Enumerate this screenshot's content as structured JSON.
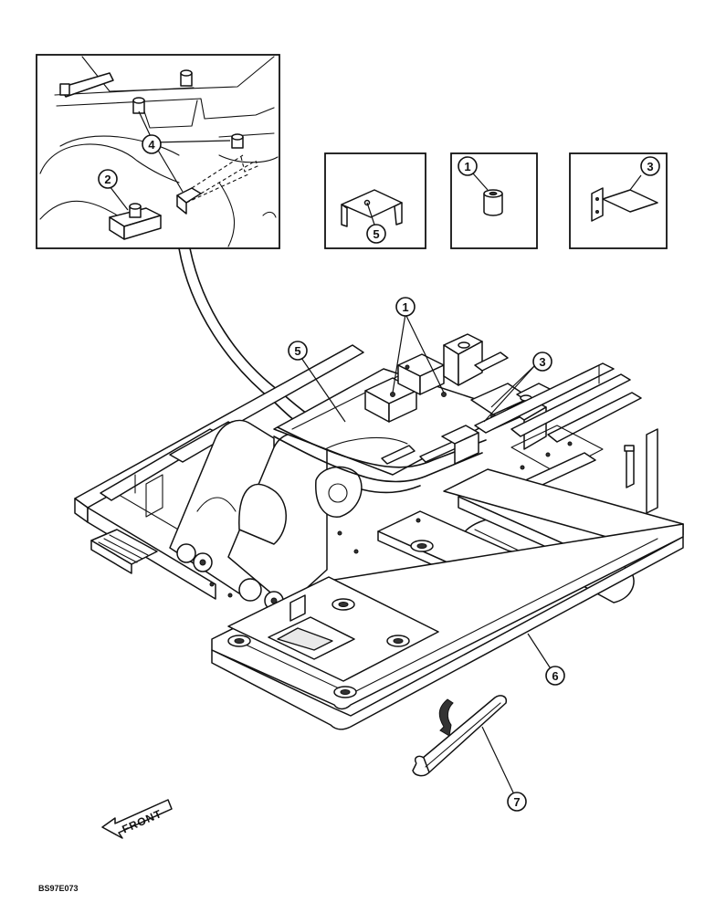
{
  "callouts": {
    "c1": "1",
    "c2": "2",
    "c3": "3",
    "c4": "4",
    "c5": "5",
    "c6": "6",
    "c7": "7"
  },
  "direction_label": "FRONT",
  "drawing_code": "BS97E073"
}
